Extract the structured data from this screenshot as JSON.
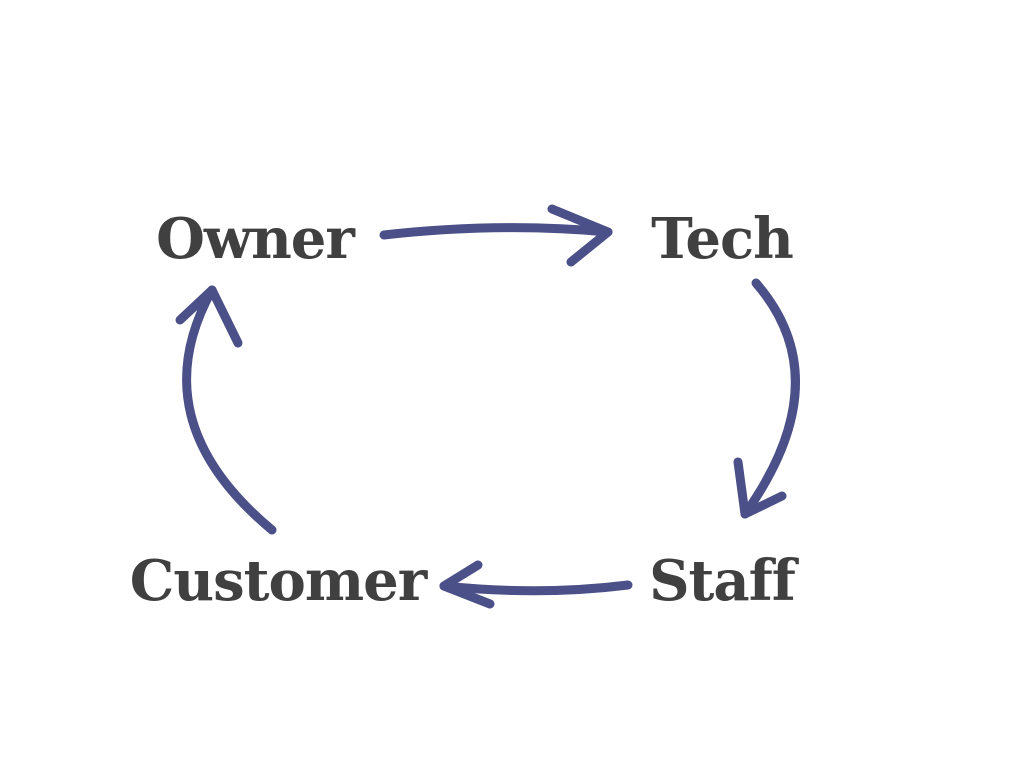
{
  "diagram": {
    "type": "cycle",
    "nodes": [
      {
        "id": "owner",
        "label": "Owner"
      },
      {
        "id": "tech",
        "label": "Tech"
      },
      {
        "id": "staff",
        "label": "Staff"
      },
      {
        "id": "customer",
        "label": "Customer"
      }
    ],
    "edges": [
      {
        "from": "owner",
        "to": "tech"
      },
      {
        "from": "tech",
        "to": "staff"
      },
      {
        "from": "staff",
        "to": "customer"
      },
      {
        "from": "customer",
        "to": "owner"
      }
    ]
  },
  "colors": {
    "label_text": "#404040",
    "arrow": "#4b5088",
    "background": "#ffffff"
  }
}
